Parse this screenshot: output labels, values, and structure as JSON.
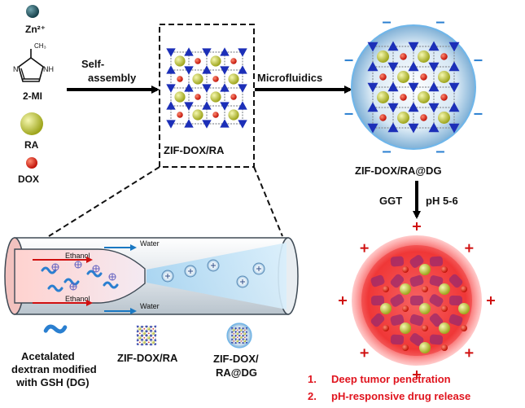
{
  "legend": {
    "zn": "Zn²⁺",
    "methyl": "CH₃",
    "nh": "NH",
    "n": "N",
    "mi": "2-MI",
    "ra": "RA",
    "dox": "DOX"
  },
  "steps": {
    "self_assembly_1": "Self-",
    "self_assembly_2": "assembly",
    "microfluidics": "Microfluidics",
    "ggt": "GGT",
    "ph": "pH 5-6"
  },
  "particles": {
    "zif_dox_ra": "ZIF-DOX/RA",
    "zif_dox_ra_dg": "ZIF-DOX/RA@DG",
    "surface_neg": "−",
    "surface_pos": "+"
  },
  "channel": {
    "ethanol_top": "Ethanol",
    "ethanol_bottom": "Ethanol",
    "water_top": "Water",
    "water_bottom": "Water"
  },
  "bottom_legend": {
    "dg_1": "Acetalated",
    "dg_2": "dextran modified",
    "dg_3": "with GSH (DG)",
    "zif": "ZIF-DOX/RA",
    "zifdg_1": "ZIF-DOX/",
    "zifdg_2": "RA@DG"
  },
  "outcomes": {
    "o1_num": "1.",
    "o1": "Deep tumor penetration",
    "o2_num": "2.",
    "o2": "pH-responsive drug release"
  },
  "colors": {
    "zn": "#1f4e5a",
    "ra": "#c8d23a",
    "dox": "#e02010",
    "framework": "#1c2fb8",
    "outcome_red": "#e0141e",
    "shell": "#9cc7e6"
  }
}
